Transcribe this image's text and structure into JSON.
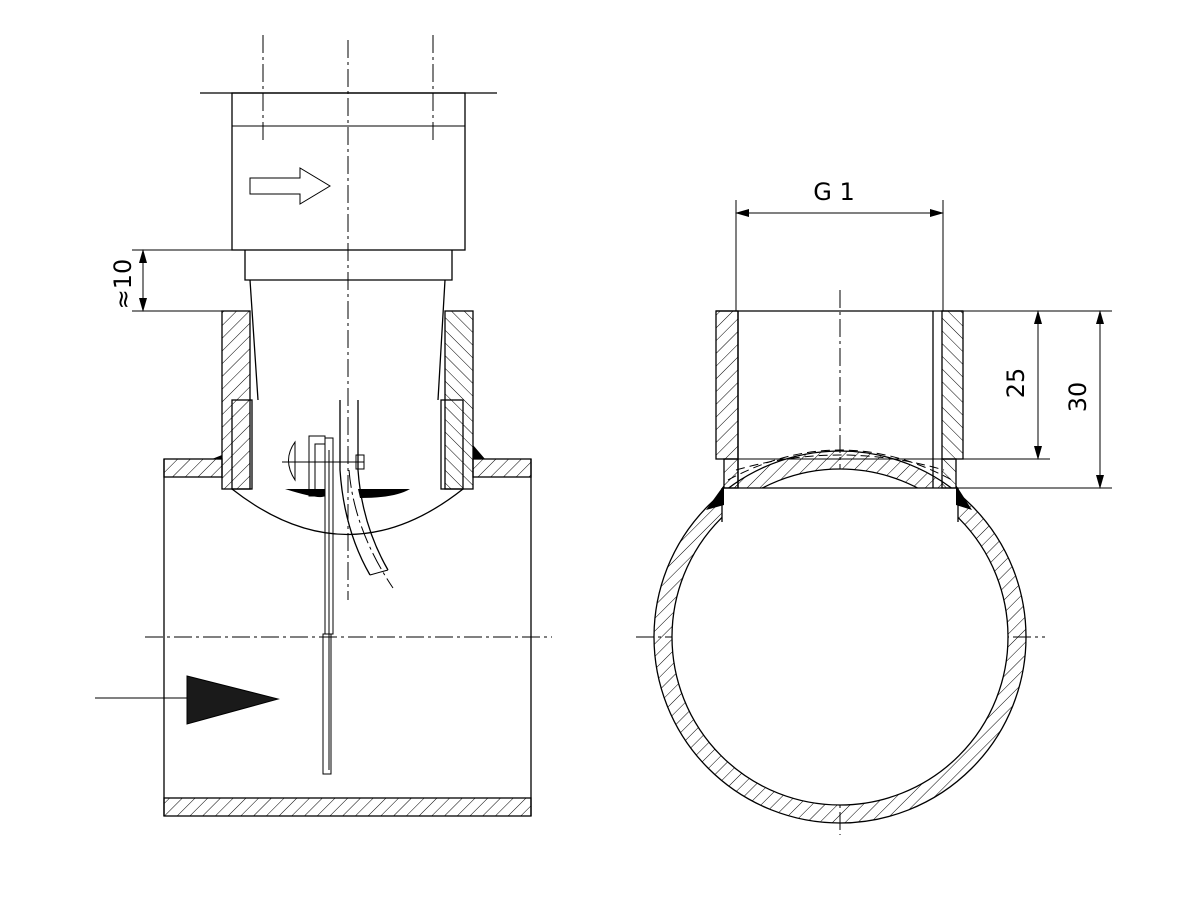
{
  "dimensions": {
    "approx_height": "≈10",
    "thread": "G 1",
    "depth_25": "25",
    "depth_30": "30"
  },
  "colors": {
    "line": "#000000",
    "background": "#ffffff"
  },
  "icons": {
    "flow_arrow": "outline-right-arrow",
    "flow_direction": "filled-triangle-arrow"
  }
}
